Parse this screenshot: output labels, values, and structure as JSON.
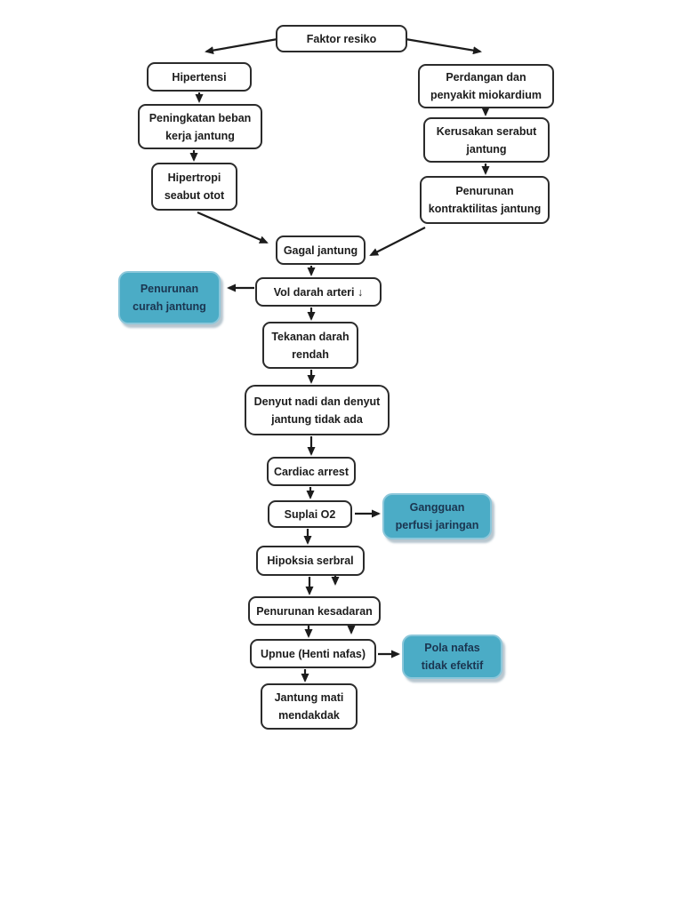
{
  "diagram": {
    "type": "flowchart",
    "language": "Indonesian",
    "topic": "Pathway gagal jantung - cardiac arrest",
    "background": "#ffffff",
    "colors": {
      "node_fill": "#ffffff",
      "node_border": "#2b2b2b",
      "node_text": "#1c1c1c",
      "accent_fill": "#4bacc6",
      "accent_border": "#8cc7da",
      "accent_text": "#1b3550",
      "arrow": "#1c1c1c"
    }
  },
  "nodes": {
    "faktor_resiko": {
      "label": "Faktor resiko",
      "style": "plain"
    },
    "hipertensi": {
      "label": "Hipertensi",
      "style": "plain"
    },
    "perdangan": {
      "label": "Perdangan dan\npenyakit miokardium",
      "style": "plain"
    },
    "peningkatan_beban": {
      "label": "Peningkatan beban\nkerja jantung",
      "style": "plain"
    },
    "kerusakan_serabut": {
      "label": "Kerusakan serabut\njantung",
      "style": "plain"
    },
    "hipertropi": {
      "label": "Hipertropi\nseabut otot",
      "style": "plain"
    },
    "penurunan_kontraktilitas": {
      "label": "Penurunan\nkontraktilitas jantung",
      "style": "plain"
    },
    "gagal_jantung": {
      "label": "Gagal jantung",
      "style": "plain"
    },
    "penurunan_curah": {
      "label": "Penurunan\ncurah jantung",
      "style": "accent"
    },
    "vol_darah_arteri": {
      "label": "Vol darah arteri ↓",
      "style": "plain"
    },
    "tekanan_darah": {
      "label": "Tekanan darah\nrendah",
      "style": "plain"
    },
    "denyut_nadi": {
      "label": "Denyut nadi dan denyut\njantung tidak ada",
      "style": "plain"
    },
    "cardiac_arrest": {
      "label": "Cardiac arrest",
      "style": "plain"
    },
    "suplai_o2": {
      "label": "Suplai O2",
      "style": "plain"
    },
    "gangguan_perfusi": {
      "label": "Gangguan\nperfusi jaringan",
      "style": "accent"
    },
    "hipoksia_serbral": {
      "label": "Hipoksia serbral",
      "style": "plain"
    },
    "penurunan_kesadaran": {
      "label": "Penurunan kesadaran",
      "style": "plain"
    },
    "upnue": {
      "label": "Upnue (Henti nafas)",
      "style": "plain"
    },
    "pola_nafas": {
      "label": "Pola nafas\ntidak efektif",
      "style": "accent"
    },
    "jantung_mati": {
      "label": "Jantung mati\nmendakdak",
      "style": "plain"
    }
  },
  "edges": [
    {
      "from": "faktor_resiko",
      "to": "hipertensi"
    },
    {
      "from": "faktor_resiko",
      "to": "perdangan"
    },
    {
      "from": "hipertensi",
      "to": "peningkatan_beban"
    },
    {
      "from": "peningkatan_beban",
      "to": "hipertropi"
    },
    {
      "from": "perdangan",
      "to": "kerusakan_serabut"
    },
    {
      "from": "kerusakan_serabut",
      "to": "penurunan_kontraktilitas"
    },
    {
      "from": "hipertropi",
      "to": "gagal_jantung"
    },
    {
      "from": "penurunan_kontraktilitas",
      "to": "gagal_jantung"
    },
    {
      "from": "gagal_jantung",
      "to": "vol_darah_arteri"
    },
    {
      "from": "vol_darah_arteri",
      "to": "penurunan_curah"
    },
    {
      "from": "vol_darah_arteri",
      "to": "tekanan_darah"
    },
    {
      "from": "tekanan_darah",
      "to": "denyut_nadi"
    },
    {
      "from": "denyut_nadi",
      "to": "cardiac_arrest"
    },
    {
      "from": "cardiac_arrest",
      "to": "suplai_o2"
    },
    {
      "from": "suplai_o2",
      "to": "gangguan_perfusi"
    },
    {
      "from": "suplai_o2",
      "to": "hipoksia_serbral"
    },
    {
      "from": "hipoksia_serbral",
      "to": "penurunan_kesadaran"
    },
    {
      "from": "hipoksia_serbral",
      "to": "penurunan_kesadaran",
      "note": "second short arrow"
    },
    {
      "from": "penurunan_kesadaran",
      "to": "upnue"
    },
    {
      "from": "penurunan_kesadaran",
      "to": "upnue",
      "note": "second short arrow"
    },
    {
      "from": "upnue",
      "to": "pola_nafas"
    },
    {
      "from": "upnue",
      "to": "jantung_mati"
    }
  ]
}
